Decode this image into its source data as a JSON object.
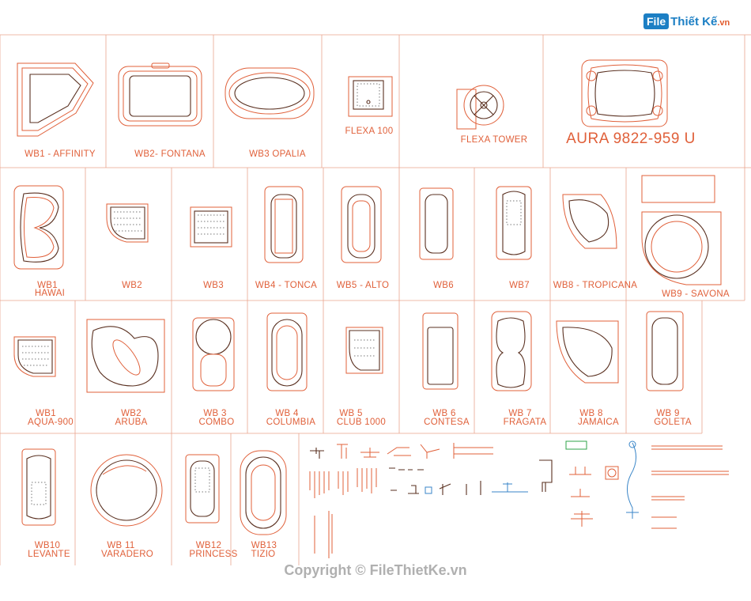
{
  "watermark": {
    "logo_box": "File",
    "logo_text": "Thiết Kế",
    "logo_domain": ".vn",
    "copyright": "Copyright © FileThietKe.vn"
  },
  "colors": {
    "line": "#e0603a",
    "grid": "#eaa58e",
    "dark": "#5a3020",
    "accent_blue": "#3a86c8",
    "accent_green": "#2fa34a"
  },
  "rows": [
    {
      "labels": [
        {
          "text": "WB1 - AFFINITY"
        },
        {
          "text": "WB2- FONTANA"
        },
        {
          "text": "WB3 OPALIA"
        },
        {
          "text": "FLEXA 100"
        },
        {
          "text": "FLEXA TOWER"
        },
        {
          "text": "AURA 9822-959 U"
        }
      ]
    },
    {
      "labels": [
        {
          "text": "WB1",
          "text2": "HAWAI"
        },
        {
          "text": "WB2"
        },
        {
          "text": "WB3"
        },
        {
          "text": "WB4 - TONCA"
        },
        {
          "text": "WB5 - ALTO"
        },
        {
          "text": "WB6"
        },
        {
          "text": "WB7"
        },
        {
          "text": "WB8 - TROPICANA"
        },
        {
          "text": "WB9  - SAVONA"
        }
      ]
    },
    {
      "labels": [
        {
          "text": "WB1",
          "text2": "AQUA-900"
        },
        {
          "text": "WB2",
          "text2": "ARUBA"
        },
        {
          "text": "WB 3",
          "text2": "COMBO"
        },
        {
          "text": "WB 4",
          "text2": "COLUMBIA"
        },
        {
          "text": "WB 5",
          "text2": "CLUB 1000"
        },
        {
          "text": "WB 6",
          "text2": "CONTESA"
        },
        {
          "text": "WB 7",
          "text2": "FRAGATA"
        },
        {
          "text": "WB 8",
          "text2": "JAMAICA"
        },
        {
          "text": "WB 9",
          "text2": "GOLETA"
        }
      ]
    },
    {
      "labels": [
        {
          "text": "WB10",
          "text2": "LEVANTE"
        },
        {
          "text": "WB 11",
          "text2": "VARADERO"
        },
        {
          "text": "WB12",
          "text2": "PRINCESS"
        },
        {
          "text": "WB13",
          "text2": "TIZIO"
        }
      ]
    }
  ]
}
